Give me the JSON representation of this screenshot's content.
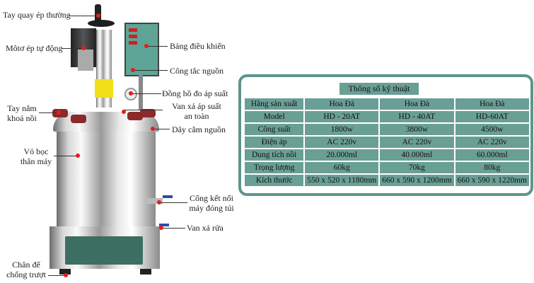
{
  "labels": {
    "hand_crank": "Tay quay ép thường",
    "motor": "Môtơ ép tự động",
    "control_panel": "Bảng điều khiển",
    "power_switch": "Công tắc nguồn",
    "pressure_gauge": "Đồng hồ đo áp suất",
    "safety_valve_1": "Van xả áp suất",
    "safety_valve_2": "an toàn",
    "lid_handle_1": "Tay nắm",
    "lid_handle_2": "khoá nồi",
    "power_cord": "Dây cắm nguồn",
    "body_shell_1": "Vỏ bọc",
    "body_shell_2": "thân máy",
    "bag_port_1": "Cổng kết nối",
    "bag_port_2": "máy đóng túi",
    "drain_valve": "Van xả rửa",
    "base_1": "Chân đế",
    "base_2": "chống trượt"
  },
  "spec": {
    "title": "Thông số kỹ thuật",
    "rows": [
      [
        "Hãng sản xuất",
        "Hoa Đà",
        "Hoa Đà",
        "Hoa Đà"
      ],
      [
        "Model",
        "HD - 20AT",
        "HD - 40AT",
        "HD-60AT"
      ],
      [
        "Công suất",
        "1800w",
        "3800w",
        "4500w"
      ],
      [
        "Điện áp",
        "AC 220v",
        "AC 220v",
        "AC 220v"
      ],
      [
        "Dung tích nồi",
        "20.000ml",
        "40.000ml",
        "60.000ml"
      ],
      [
        "Trọng lượng",
        "60kg",
        "70kg",
        "80kg"
      ],
      [
        "Kích thước",
        "550 x 520 x 1180mm",
        "660 x 590 x 1200mm",
        "660 x 590 x 1220mm"
      ]
    ]
  },
  "colors": {
    "accent": "#6a9f95",
    "border": "#5e958b",
    "marker": "#e51d1d"
  }
}
